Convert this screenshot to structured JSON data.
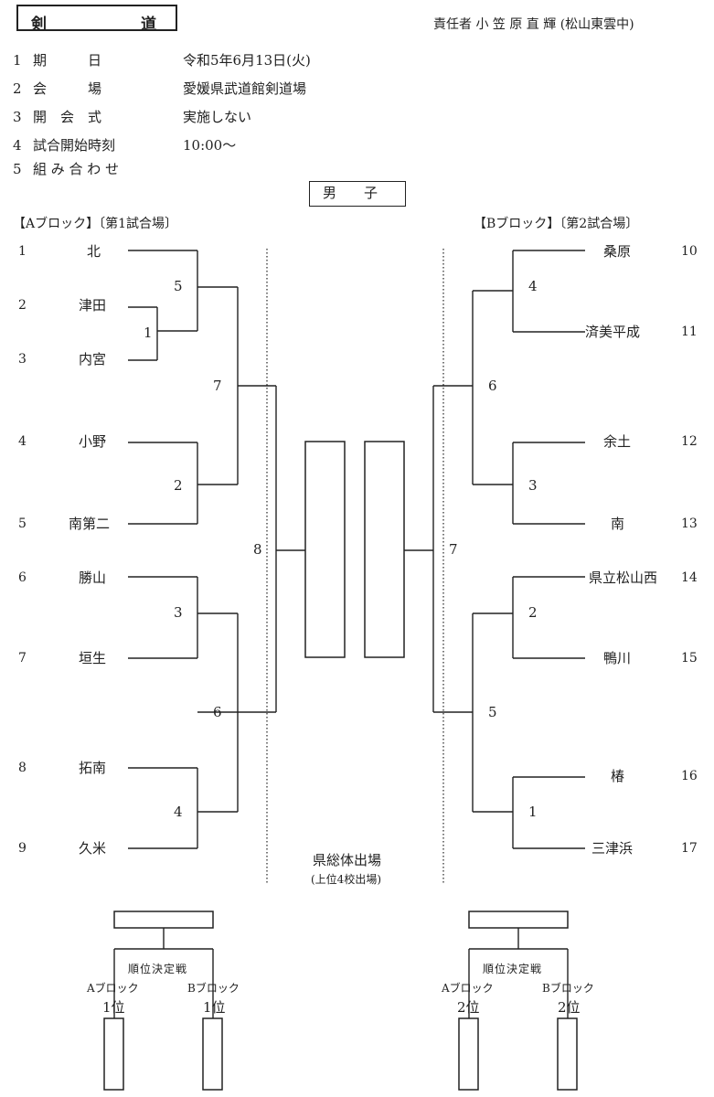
{
  "header": {
    "title_left": "剣",
    "title_right": "道",
    "responsible": "責任者 小 笠 原 直 輝 (松山東雲中)"
  },
  "info": [
    {
      "num": "1",
      "label": "期　　　日",
      "value": "令和5年6月13日(火)"
    },
    {
      "num": "2",
      "label": "会　　　場",
      "value": "愛媛県武道館剣道場"
    },
    {
      "num": "3",
      "label": "開　会　式",
      "value": "実施しない"
    },
    {
      "num": "4",
      "label": "試合開始時刻",
      "value": "10:00〜"
    },
    {
      "num": "5",
      "label": "組 み 合 わ せ",
      "value": ""
    }
  ],
  "category": "男　　子",
  "blockA": {
    "heading": "【Aブロック】〔第1試合場〕",
    "teams": [
      {
        "num": "1",
        "name": "北"
      },
      {
        "num": "2",
        "name": "津田"
      },
      {
        "num": "3",
        "name": "内宮"
      },
      {
        "num": "4",
        "name": "小野"
      },
      {
        "num": "5",
        "name": "南第二"
      },
      {
        "num": "6",
        "name": "勝山"
      },
      {
        "num": "7",
        "name": "垣生"
      },
      {
        "num": "8",
        "name": "拓南"
      },
      {
        "num": "9",
        "name": "久米"
      }
    ],
    "matches": [
      "1",
      "5",
      "2",
      "7",
      "3",
      "4",
      "6",
      "8"
    ]
  },
  "blockB": {
    "heading": "【Bブロック】〔第2試合場〕",
    "teams": [
      {
        "num": "10",
        "name": "桑原"
      },
      {
        "num": "11",
        "name": "済美平成"
      },
      {
        "num": "12",
        "name": "余土"
      },
      {
        "num": "13",
        "name": "南"
      },
      {
        "num": "14",
        "name": "県立松山西"
      },
      {
        "num": "15",
        "name": "鴨川"
      },
      {
        "num": "16",
        "name": "椿"
      },
      {
        "num": "17",
        "name": "三津浜"
      }
    ],
    "matches": [
      "4",
      "3",
      "6",
      "2",
      "1",
      "5",
      "7"
    ]
  },
  "qualify": {
    "label": "県総体出場",
    "note": "(上位4校出場)"
  },
  "placement": {
    "left": {
      "title": "順位決定戦",
      "a_block": "Aブロック",
      "b_block": "Bブロック",
      "a_rank": "1位",
      "b_rank": "1位"
    },
    "right": {
      "title": "順位決定戦",
      "a_block": "Aブロック",
      "b_block": "Bブロック",
      "a_rank": "2位",
      "b_rank": "2位"
    }
  }
}
